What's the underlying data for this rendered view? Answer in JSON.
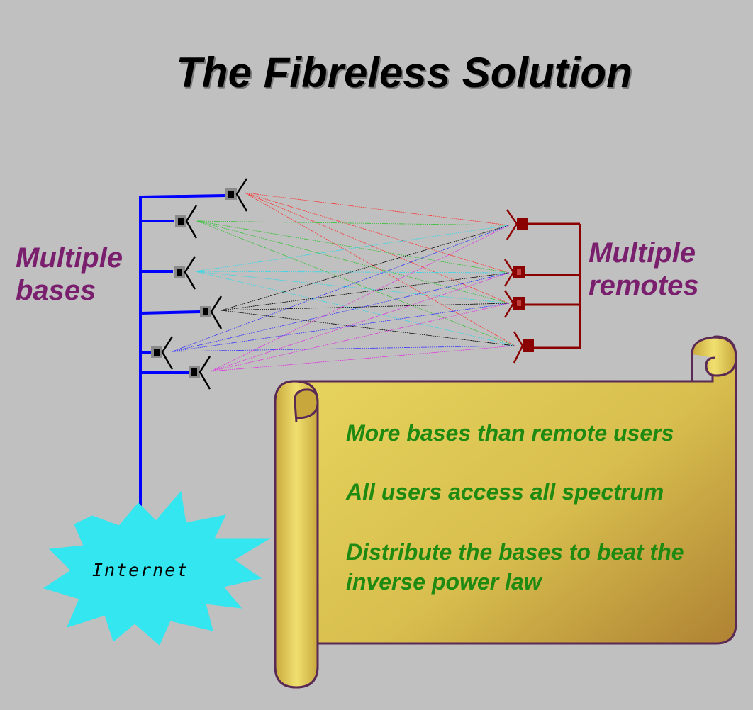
{
  "title": "The Fibreless Solution",
  "labels": {
    "bases_line1": "Multiple",
    "bases_line2": "bases",
    "remotes_line1": "Multiple",
    "remotes_line2": "remotes",
    "internet": "Internet"
  },
  "bullets": [
    "More bases than remote users",
    "All users access all spectrum",
    "Distribute the bases to beat the",
    "inverse power law"
  ],
  "colors": {
    "background": "#c0c0c0",
    "backbone": "#0000ff",
    "remote_bus": "#8b0000",
    "label_purple": "#7a1f6e",
    "bullet_green": "#1f8a12",
    "scroll_fill": "#d8c050",
    "scroll_border": "#5a2a55",
    "burst": "#33e6f0"
  },
  "icons": [
    "base-antenna-icon",
    "remote-antenna-icon",
    "internet-burst-icon",
    "scroll-icon"
  ],
  "counts": {
    "bases": 6,
    "remotes": 4
  }
}
